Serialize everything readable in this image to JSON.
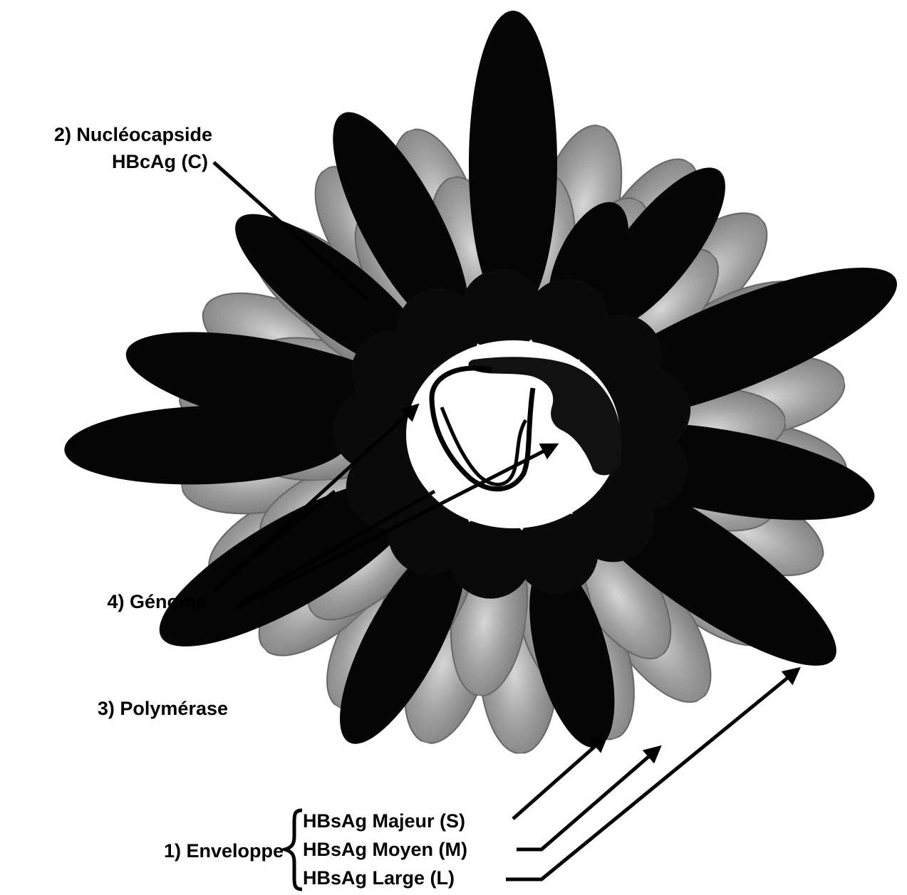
{
  "labels": {
    "nucleocapsid": "2) Nucléocapside",
    "hbcag": "HBcAg (C)",
    "genome": "4) Génome",
    "polymerase": "3) Polymérase",
    "envelope": "1) Enveloppe",
    "hbsag_s": "HBsAg Majeur (S)",
    "hbsag_m": "HBsAg Moyen (M)",
    "hbsag_l": "HBsAg Large (L)"
  },
  "colors": {
    "background": "#ffffff",
    "dark_protein": "#050505",
    "gray_protein": "#8a8a8a",
    "line": "#000000"
  }
}
